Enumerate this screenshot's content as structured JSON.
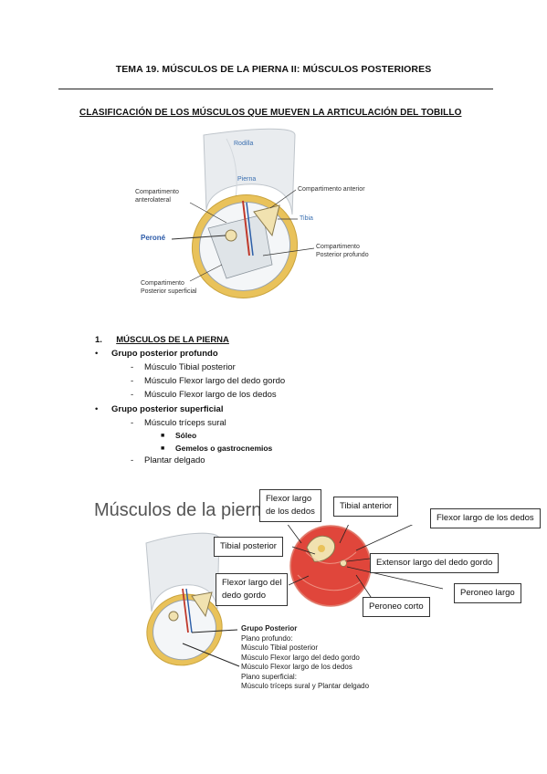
{
  "header": {
    "title": "TEMA 19. MÚSCULOS DE LA PIERNA II: MÚSCULOS POSTERIORES",
    "subtitle": "CLASIFICACIÓN DE LOS MÚSCULOS QUE MUEVEN LA ARTICULACIÓN DEL TOBILLO"
  },
  "figure1": {
    "labels": {
      "rodilla": "Rodilla",
      "pierna": "Pierna",
      "comp_anterolateral": [
        "Compartimento",
        "anterolateral"
      ],
      "comp_anterior": "Compartimento anterior",
      "tibia": "Tibia",
      "perone": "Peroné",
      "comp_post_profundo": [
        "Compartimento",
        "Posterior profundo"
      ],
      "comp_post_superficial": [
        "Compartimento",
        "Posterior superficial"
      ]
    }
  },
  "outline": {
    "heading_number": "1.",
    "heading": "MÚSCULOS DE LA PIERNA",
    "groups": [
      {
        "title": "Grupo posterior profundo",
        "items": [
          {
            "text": "Músculo Tibial posterior"
          },
          {
            "text": "Músculo Flexor largo del dedo gordo"
          },
          {
            "text": "Músculo Flexor largo de los dedos"
          }
        ]
      },
      {
        "title": "Grupo posterior superficial",
        "items": [
          {
            "text": "Músculo tríceps sural",
            "sub": [
              "Sóleo",
              "Gemelos o gastrocnemios"
            ]
          },
          {
            "text": "Plantar delgado"
          }
        ]
      }
    ]
  },
  "figure2": {
    "heading": "Músculos de la pierna",
    "callouts": {
      "flexor_dedos_top": [
        "Flexor largo",
        "de los dedos"
      ],
      "tibial_anterior": "Tibial anterior",
      "flexor_dedos_right": "Flexor largo de los dedos",
      "tibial_posterior": "Tibial posterior",
      "extensor": "Extensor largo del dedo gordo",
      "flexor_gordo": [
        "Flexor largo del",
        "dedo gordo"
      ],
      "peroneo_largo": "Peroneo largo",
      "peroneo_corto": "Peroneo corto"
    },
    "legend": {
      "title": "Grupo Posterior",
      "lines": [
        "Plano profundo:",
        "Músculo Tibial posterior",
        "Músculo Flexor largo del dedo gordo",
        "Músculo Flexor largo de los dedos",
        "Plano superficial:",
        "Músculo tríceps sural y Plantar delgado"
      ]
    }
  },
  "colors": {
    "muscle_red": "#e0463b",
    "fat_yellow": "#e9c25a",
    "bone": "#f1e2b0",
    "label_blue": "#3a6fb0"
  }
}
